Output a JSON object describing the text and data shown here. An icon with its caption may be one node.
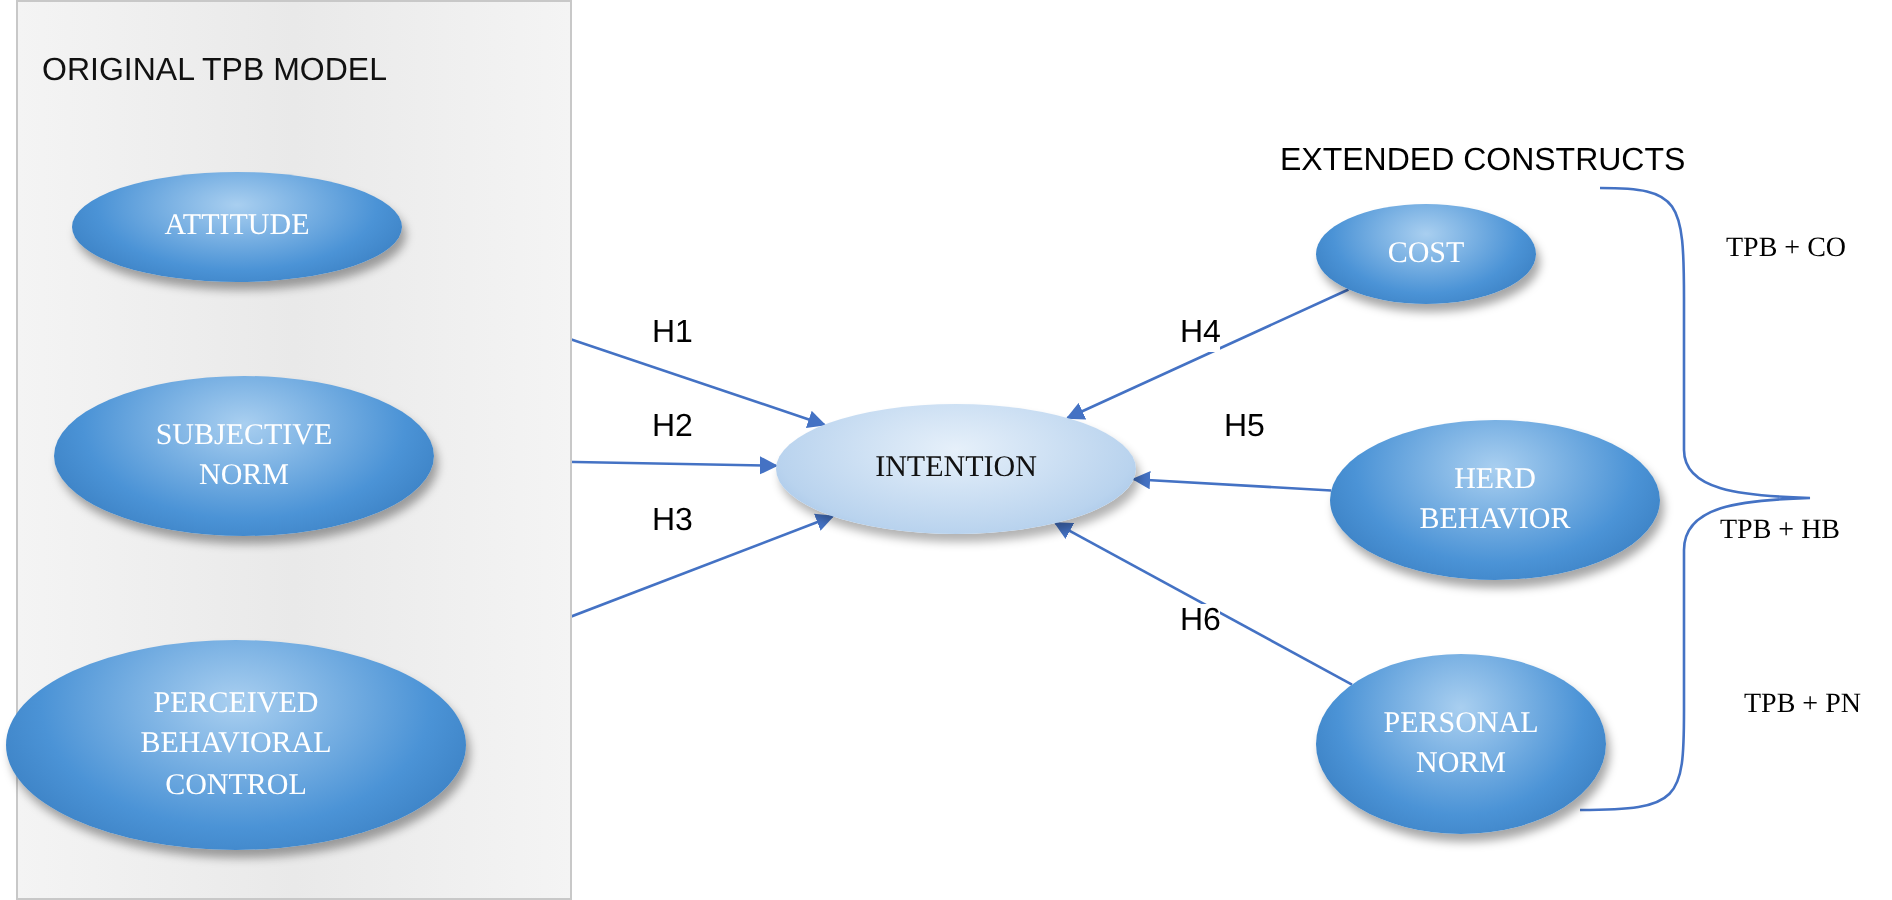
{
  "diagram": {
    "nodes": [
      {
        "text": [
          "ORIGINAL TPB MODEL"
        ]
      },
      {
        "text": [
          "ATTITUDE"
        ],
        "in": 0
      },
      {
        "text": [
          "SUBJECTIVE NORM"
        ],
        "in": 0
      },
      {
        "text": [
          "PERCEIVED BEHAVIORAL CONTROL"
        ],
        "in": 0
      },
      {
        "text": [
          "INTENTION"
        ]
      },
      {
        "text": [
          "COST"
        ]
      },
      {
        "text": [
          "HERD BEHAVIOR"
        ]
      },
      {
        "text": [
          "PERSONAL NORM"
        ]
      }
    ],
    "edges": [
      {
        "from": 1,
        "to": 4,
        "arrow": "to",
        "label": "H1"
      },
      {
        "from": 2,
        "to": 4,
        "arrow": "to",
        "label": "H2"
      },
      {
        "from": 3,
        "to": 4,
        "arrow": "to",
        "label": "H3"
      },
      {
        "from": 5,
        "to": 4,
        "arrow": "to",
        "label": "H4"
      },
      {
        "from": 6,
        "to": 4,
        "arrow": "to",
        "label": "H5"
      },
      {
        "from": 7,
        "to": 4,
        "arrow": "to",
        "label": "H6"
      }
    ],
    "labels": [
      "EXTENDED CONSTRUCTS",
      "TPB + CO",
      "TPB + HB",
      "TPB + PN"
    ]
  }
}
